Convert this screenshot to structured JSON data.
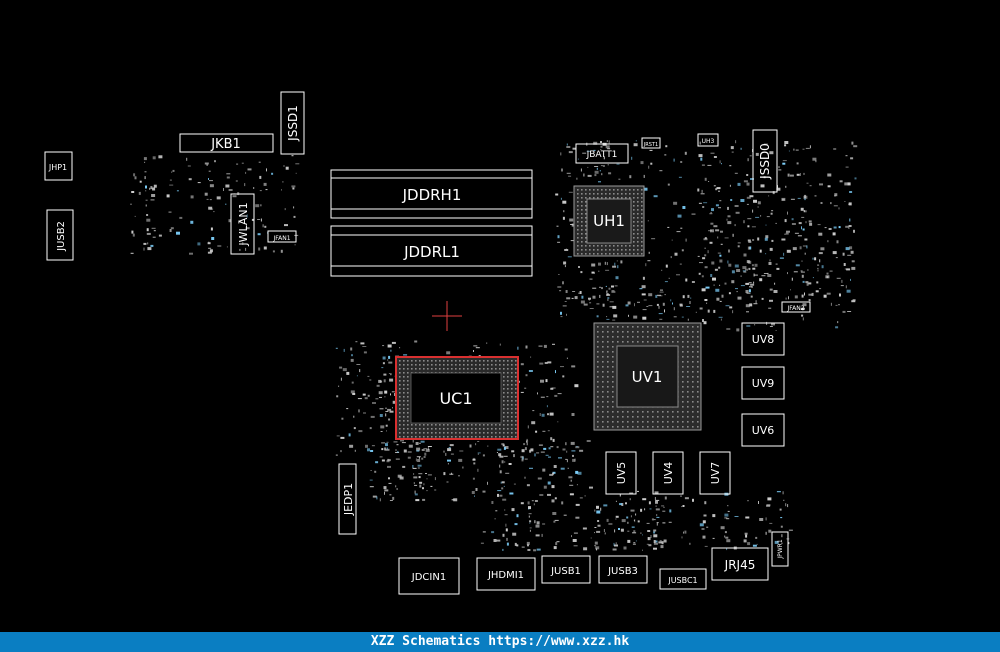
{
  "board": {
    "background": "#000000",
    "outline_color": "#ffffff",
    "highlight_color": "#d93030",
    "crosshair_color": "#e04040",
    "labels": {
      "jhp1": "JHP1",
      "jusb2": "JUSB2",
      "jkb1": "JKB1",
      "jssd1": "JSSD1",
      "jwlan1": "JWLAN1",
      "jfan1": "JFAN1",
      "jddrh1": "JDDRH1",
      "jddrl1": "JDDRL1",
      "jbatt1": "JBATT1",
      "uh1": "UH1",
      "jssd0": "JSSD0",
      "jfan2": "JFAN2",
      "uv8": "UV8",
      "uv9": "UV9",
      "uv6": "UV6",
      "uv1": "UV1",
      "uc1": "UC1",
      "uv5": "UV5",
      "uv4": "UV4",
      "uv7": "UV7",
      "jedp1": "JEDP1",
      "jdcin1": "JDCIN1",
      "jhdmi1": "JHDMI1",
      "jusb1": "JUSB1",
      "jusb3": "JUSB3",
      "jusbc1": "JUSBC1",
      "jrj45": "JRJ45",
      "jpwr1": "JPWR1",
      "jrst1": "JRST1",
      "uh3": "UH3"
    }
  },
  "footer": {
    "text": "XZZ Schematics https://www.xzz.hk",
    "background": "#0a7ec2"
  }
}
